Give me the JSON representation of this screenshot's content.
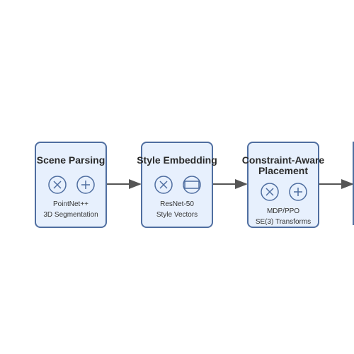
{
  "nodes": [
    {
      "title": "Scene Parsing",
      "icons": [
        "circle-x-icon",
        "circle-plus-icon"
      ],
      "caption_line1": "PointNet++",
      "caption_line2": "3D Segmentation"
    },
    {
      "title": "Style Embedding",
      "icons": [
        "circle-x-icon",
        "circle-rect-icon"
      ],
      "caption_line1": "ResNet-50",
      "caption_line2": "Style Vectors"
    },
    {
      "title": "Constraint-Aware\nPlacement",
      "icons": [
        "circle-x-icon",
        "circle-plus-icon"
      ],
      "caption_line1": "MDP/PPO",
      "caption_line2": "SE(3) Transforms"
    }
  ],
  "colors": {
    "node_fill": "#e7f0fd",
    "node_stroke": "#4f6ea0",
    "arrow": "#555555"
  }
}
